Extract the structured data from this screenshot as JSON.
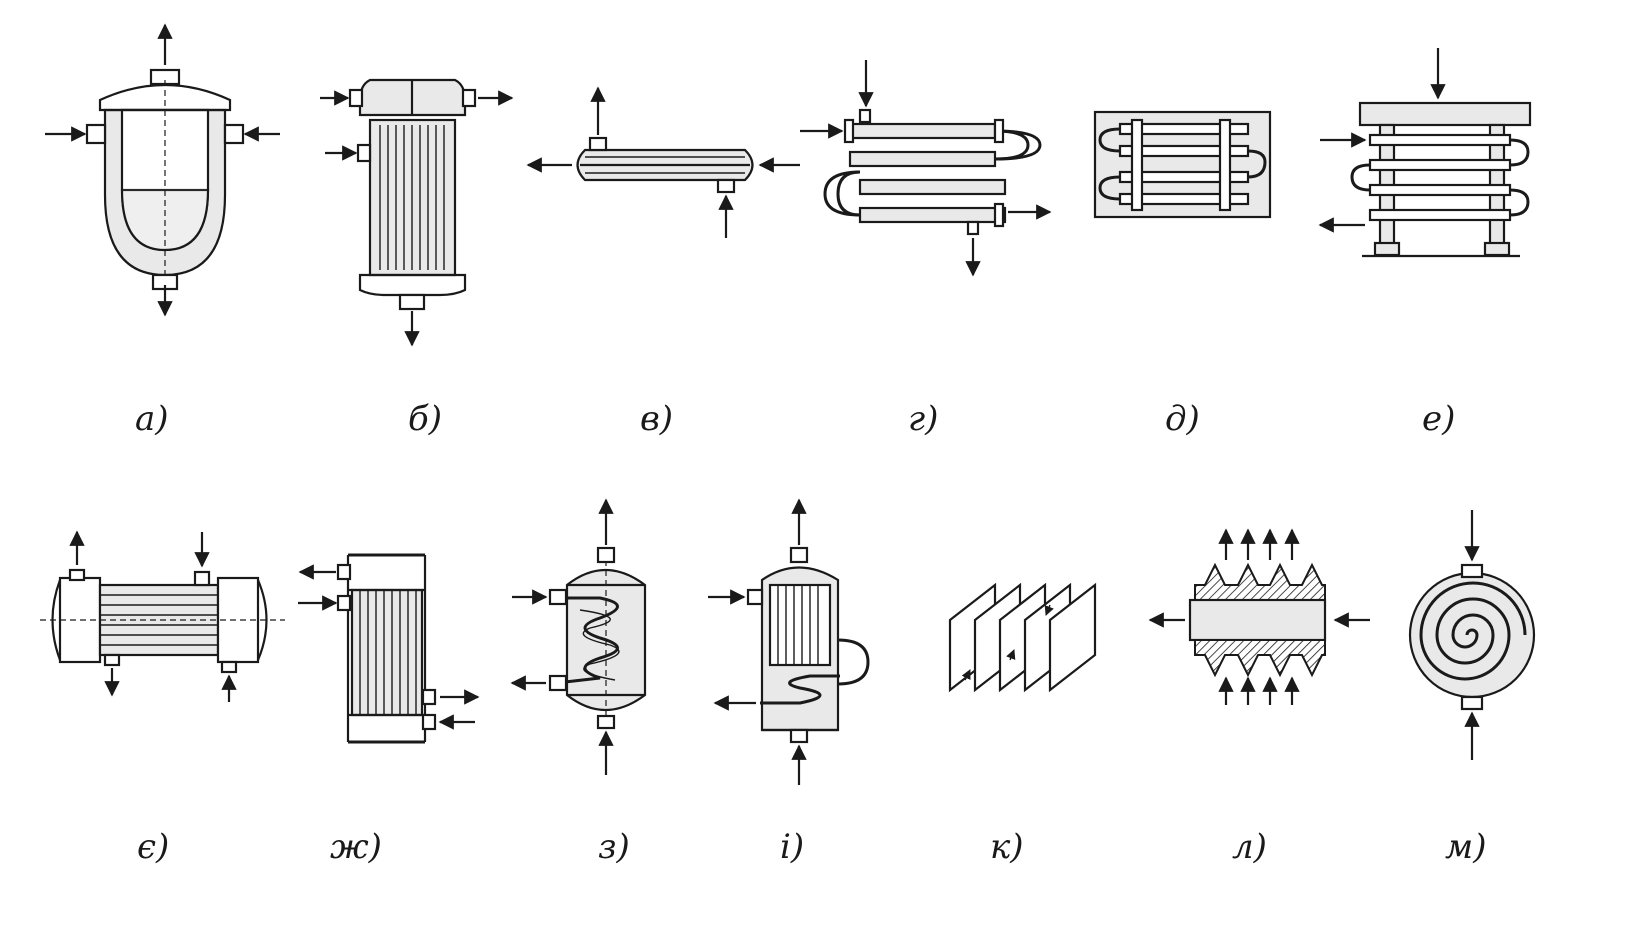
{
  "labels": {
    "a": "а)",
    "b": "б)",
    "v": "в)",
    "g": "г)",
    "d": "д)",
    "e": "е)",
    "ye": "є)",
    "zh": "ж)",
    "z": "з)",
    "i": "і)",
    "k": "к)",
    "l": "л)",
    "m": "м)"
  },
  "colors": {
    "ink": "#1a1a1a",
    "shade": "#e9e9e9",
    "background": "#ffffff"
  }
}
